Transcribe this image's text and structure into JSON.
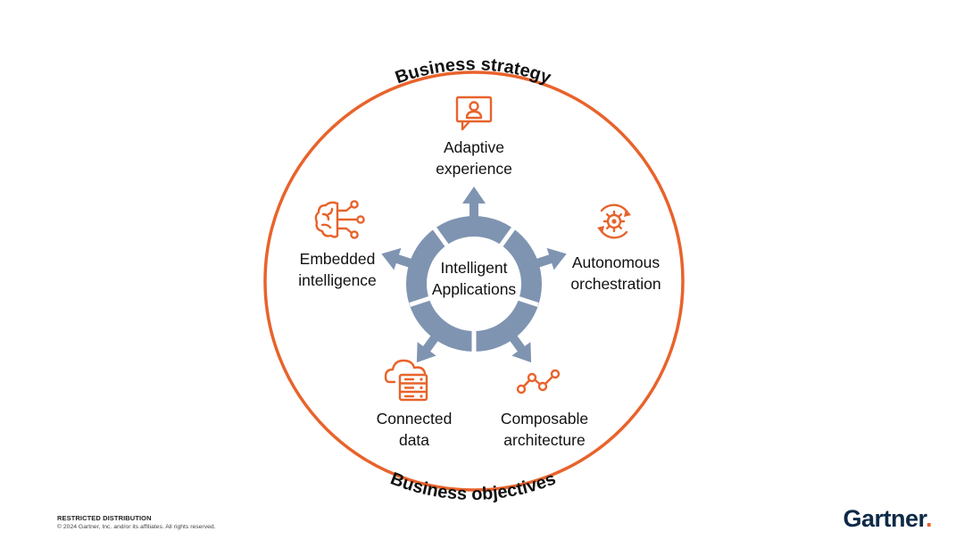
{
  "outer_top_label": "Business strategy",
  "outer_bottom_label": "Business objectives",
  "center": {
    "line1": "Intelligent",
    "line2": "Applications"
  },
  "capabilities": [
    {
      "line1": "Adaptive",
      "line2": "experience",
      "icon": "presentation-user-icon"
    },
    {
      "line1": "Autonomous",
      "line2": "orchestration",
      "icon": "gear-cycle-icon"
    },
    {
      "line1": "Composable",
      "line2": "architecture",
      "icon": "node-network-icon"
    },
    {
      "line1": "Connected",
      "line2": "data",
      "icon": "cloud-server-icon"
    },
    {
      "line1": "Embedded",
      "line2": "intelligence",
      "icon": "brain-circuit-icon"
    }
  ],
  "footer": {
    "distribution": "RESTRICTED DISTRIBUTION",
    "copyright": "© 2024 Gartner, Inc. and/or its affiliates. All rights reserved."
  },
  "logo": {
    "text": "Gartner",
    "dot": "."
  },
  "colors": {
    "accent": "#e8632b",
    "wheel": "#7f94b1",
    "logo": "#0e2a47"
  }
}
